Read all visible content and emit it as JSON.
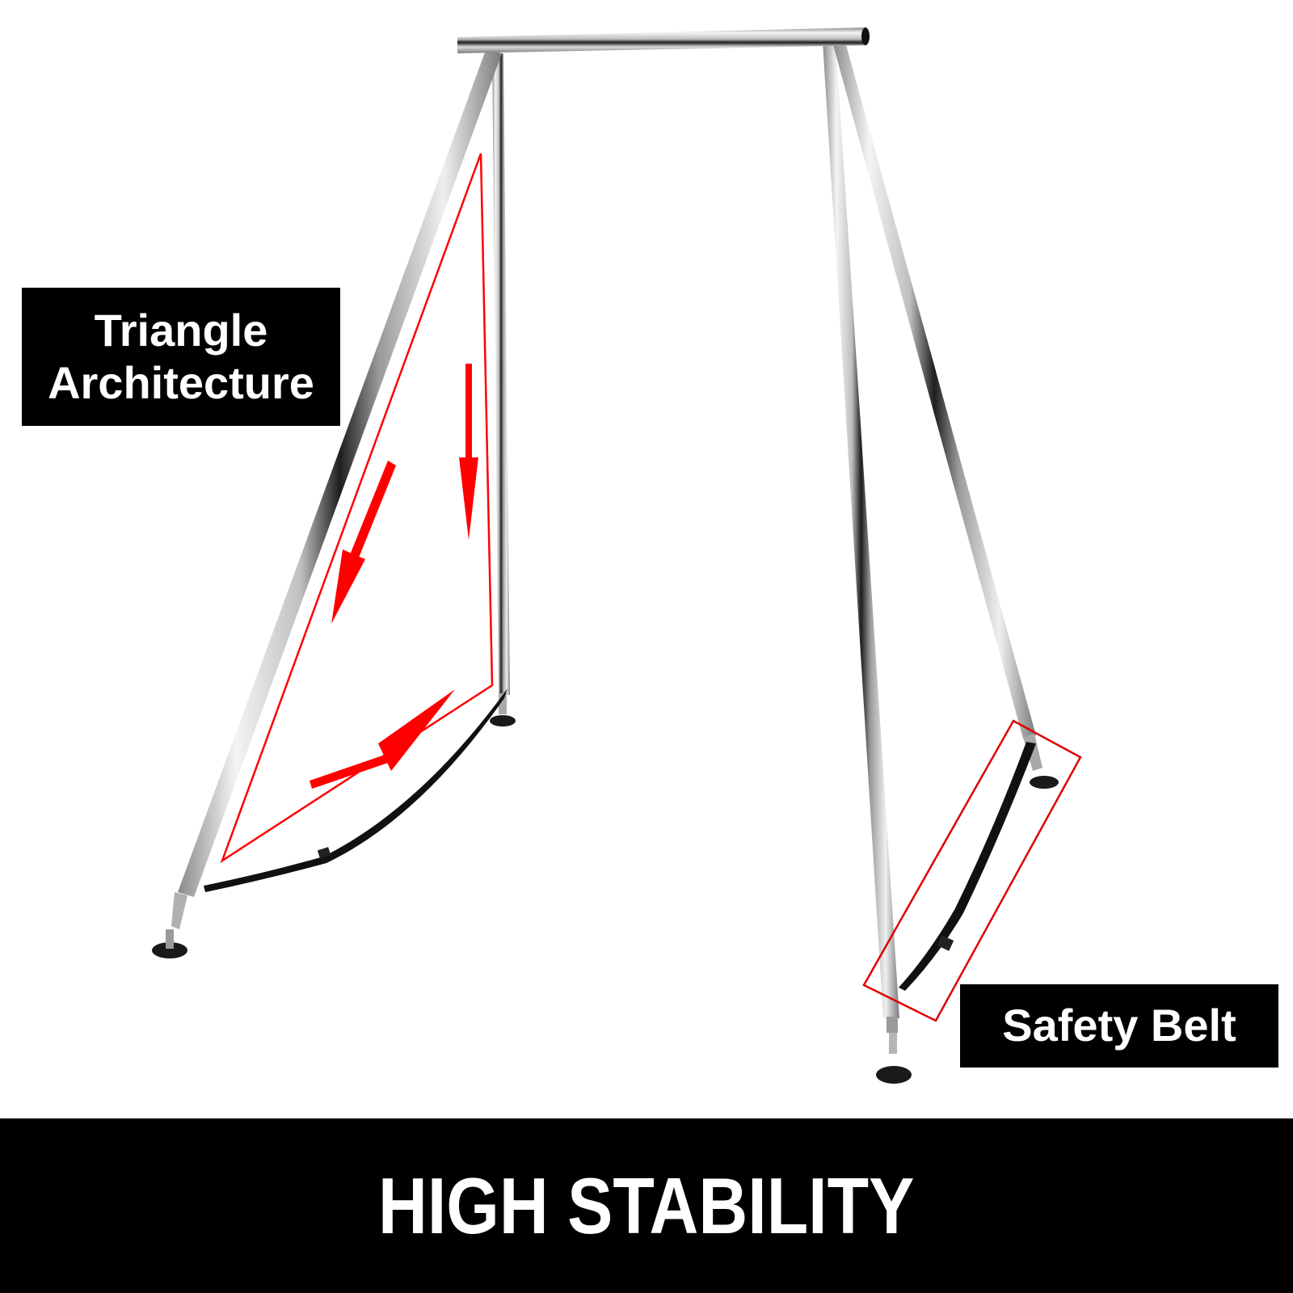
{
  "labels": {
    "triangle": {
      "line1": "Triangle",
      "line2": "Architecture"
    },
    "safety": "Safety Belt"
  },
  "banner": {
    "title": "HIGH STABILITY"
  },
  "colors": {
    "background": "#ffffff",
    "label_bg": "#000000",
    "label_text": "#ffffff",
    "highlight": "#ff0000",
    "strap": "#111111",
    "steel_light": "#e6e6e6",
    "steel_dark": "#2a2a2a"
  },
  "product": {
    "parts": [
      "top-crossbar",
      "left-front-leg",
      "left-rear-leg",
      "right-front-leg",
      "right-rear-leg",
      "left-safety-strap",
      "right-safety-strap",
      "foot-pads"
    ],
    "annotations": [
      "triangle-outline",
      "force-arrow-down-vertical",
      "force-arrow-down-diagonal",
      "force-arrow-right",
      "safety-belt-highlight-box"
    ]
  }
}
